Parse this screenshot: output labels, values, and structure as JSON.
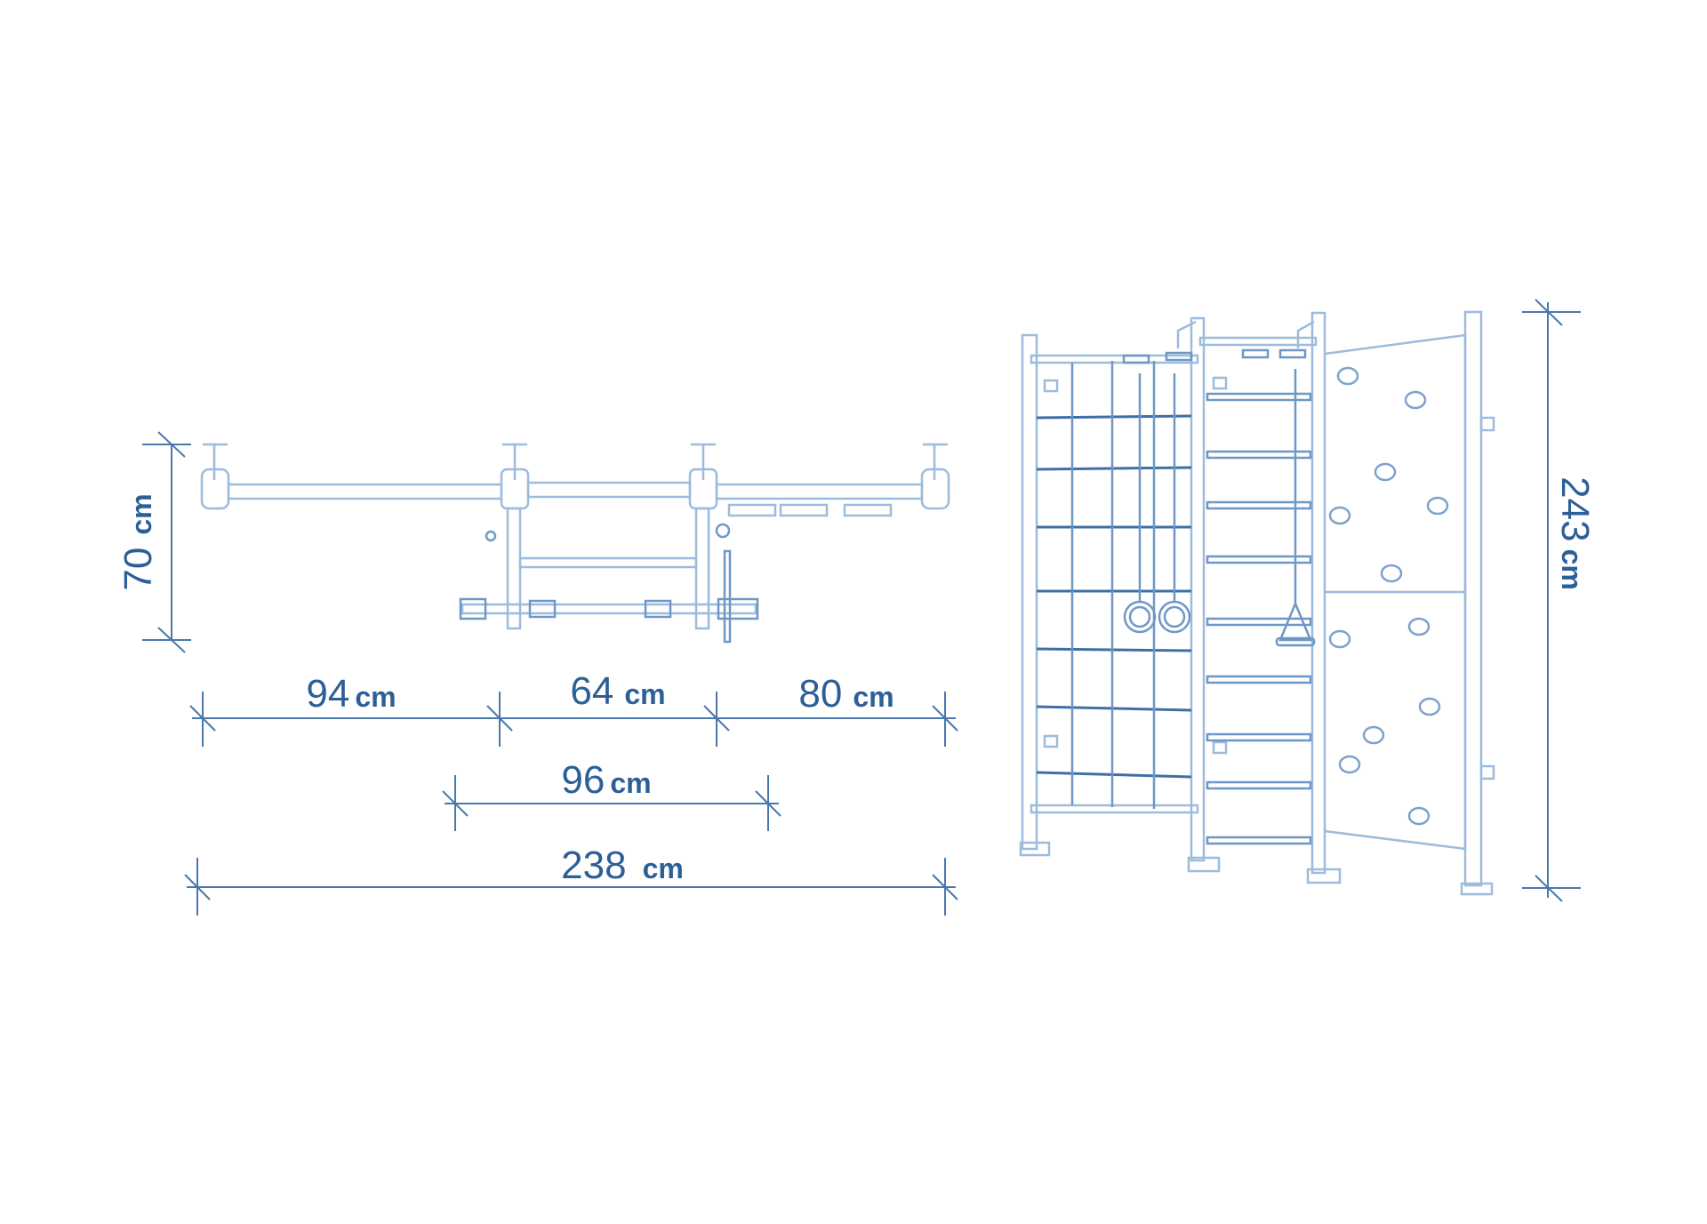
{
  "diagram": {
    "top_view": {
      "depth": {
        "value": "70",
        "unit": "cm"
      },
      "segments": [
        {
          "value": "94",
          "unit": "cm"
        },
        {
          "value": "64",
          "unit": "cm"
        },
        {
          "value": "80",
          "unit": "cm"
        }
      ],
      "middle": {
        "value": "96",
        "unit": "cm"
      },
      "total": {
        "value": "238",
        "unit": "cm"
      }
    },
    "front_view": {
      "height": {
        "value": "243",
        "unit": "cm"
      }
    },
    "colors": {
      "line": "#9dbbdc",
      "grid": "#3f6fa6",
      "text": "#2d5f97"
    }
  }
}
